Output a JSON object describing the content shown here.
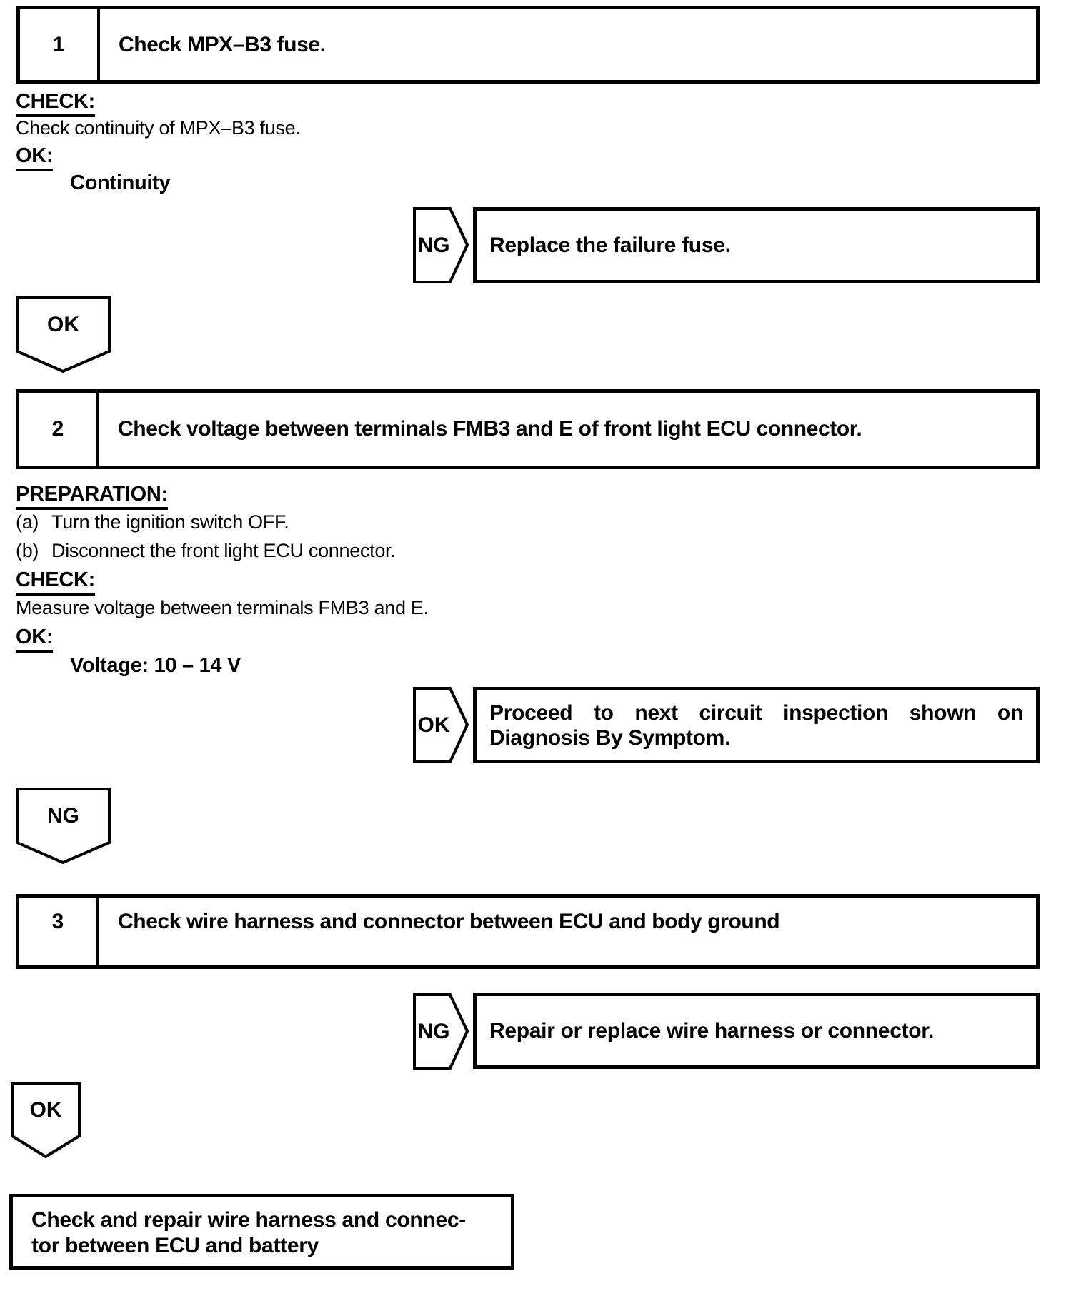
{
  "colors": {
    "ink": "#000000",
    "paper": "#ffffff"
  },
  "step1": {
    "number": "1",
    "title": "Check MPX–B3 fuse.",
    "check_label": "CHECK:",
    "check_text": "Check continuity of MPX–B3 fuse.",
    "ok_label": "OK:",
    "ok_value": "Continuity",
    "ng_badge": "NG",
    "ng_result": "Replace the failure fuse.",
    "ok_badge": "OK"
  },
  "step2": {
    "number": "2",
    "title": "Check voltage between terminals FMB3 and E of front light ECU connector.",
    "prep_label": "PREPARATION:",
    "prep_items": [
      {
        "marker": "(a)",
        "text": "Turn the ignition switch OFF."
      },
      {
        "marker": "(b)",
        "text": "Disconnect the front light ECU connector."
      }
    ],
    "check_label": "CHECK:",
    "check_text": "Measure voltage between terminals FMB3 and E.",
    "ok_label": "OK:",
    "ok_value": "Voltage: 10 – 14 V",
    "ok_badge": "OK",
    "ok_result_lines": [
      "Proceed to next circuit inspection shown on",
      "Diagnosis By Symptom."
    ],
    "ng_badge": "NG"
  },
  "step3": {
    "number": "3",
    "title": "Check wire harness and connector between ECU and body ground",
    "ng_badge": "NG",
    "ng_result": "Repair or replace wire harness or connector.",
    "ok_badge": "OK"
  },
  "final": {
    "lines": [
      "Check and repair wire harness and connec-",
      "tor between ECU and battery"
    ]
  }
}
